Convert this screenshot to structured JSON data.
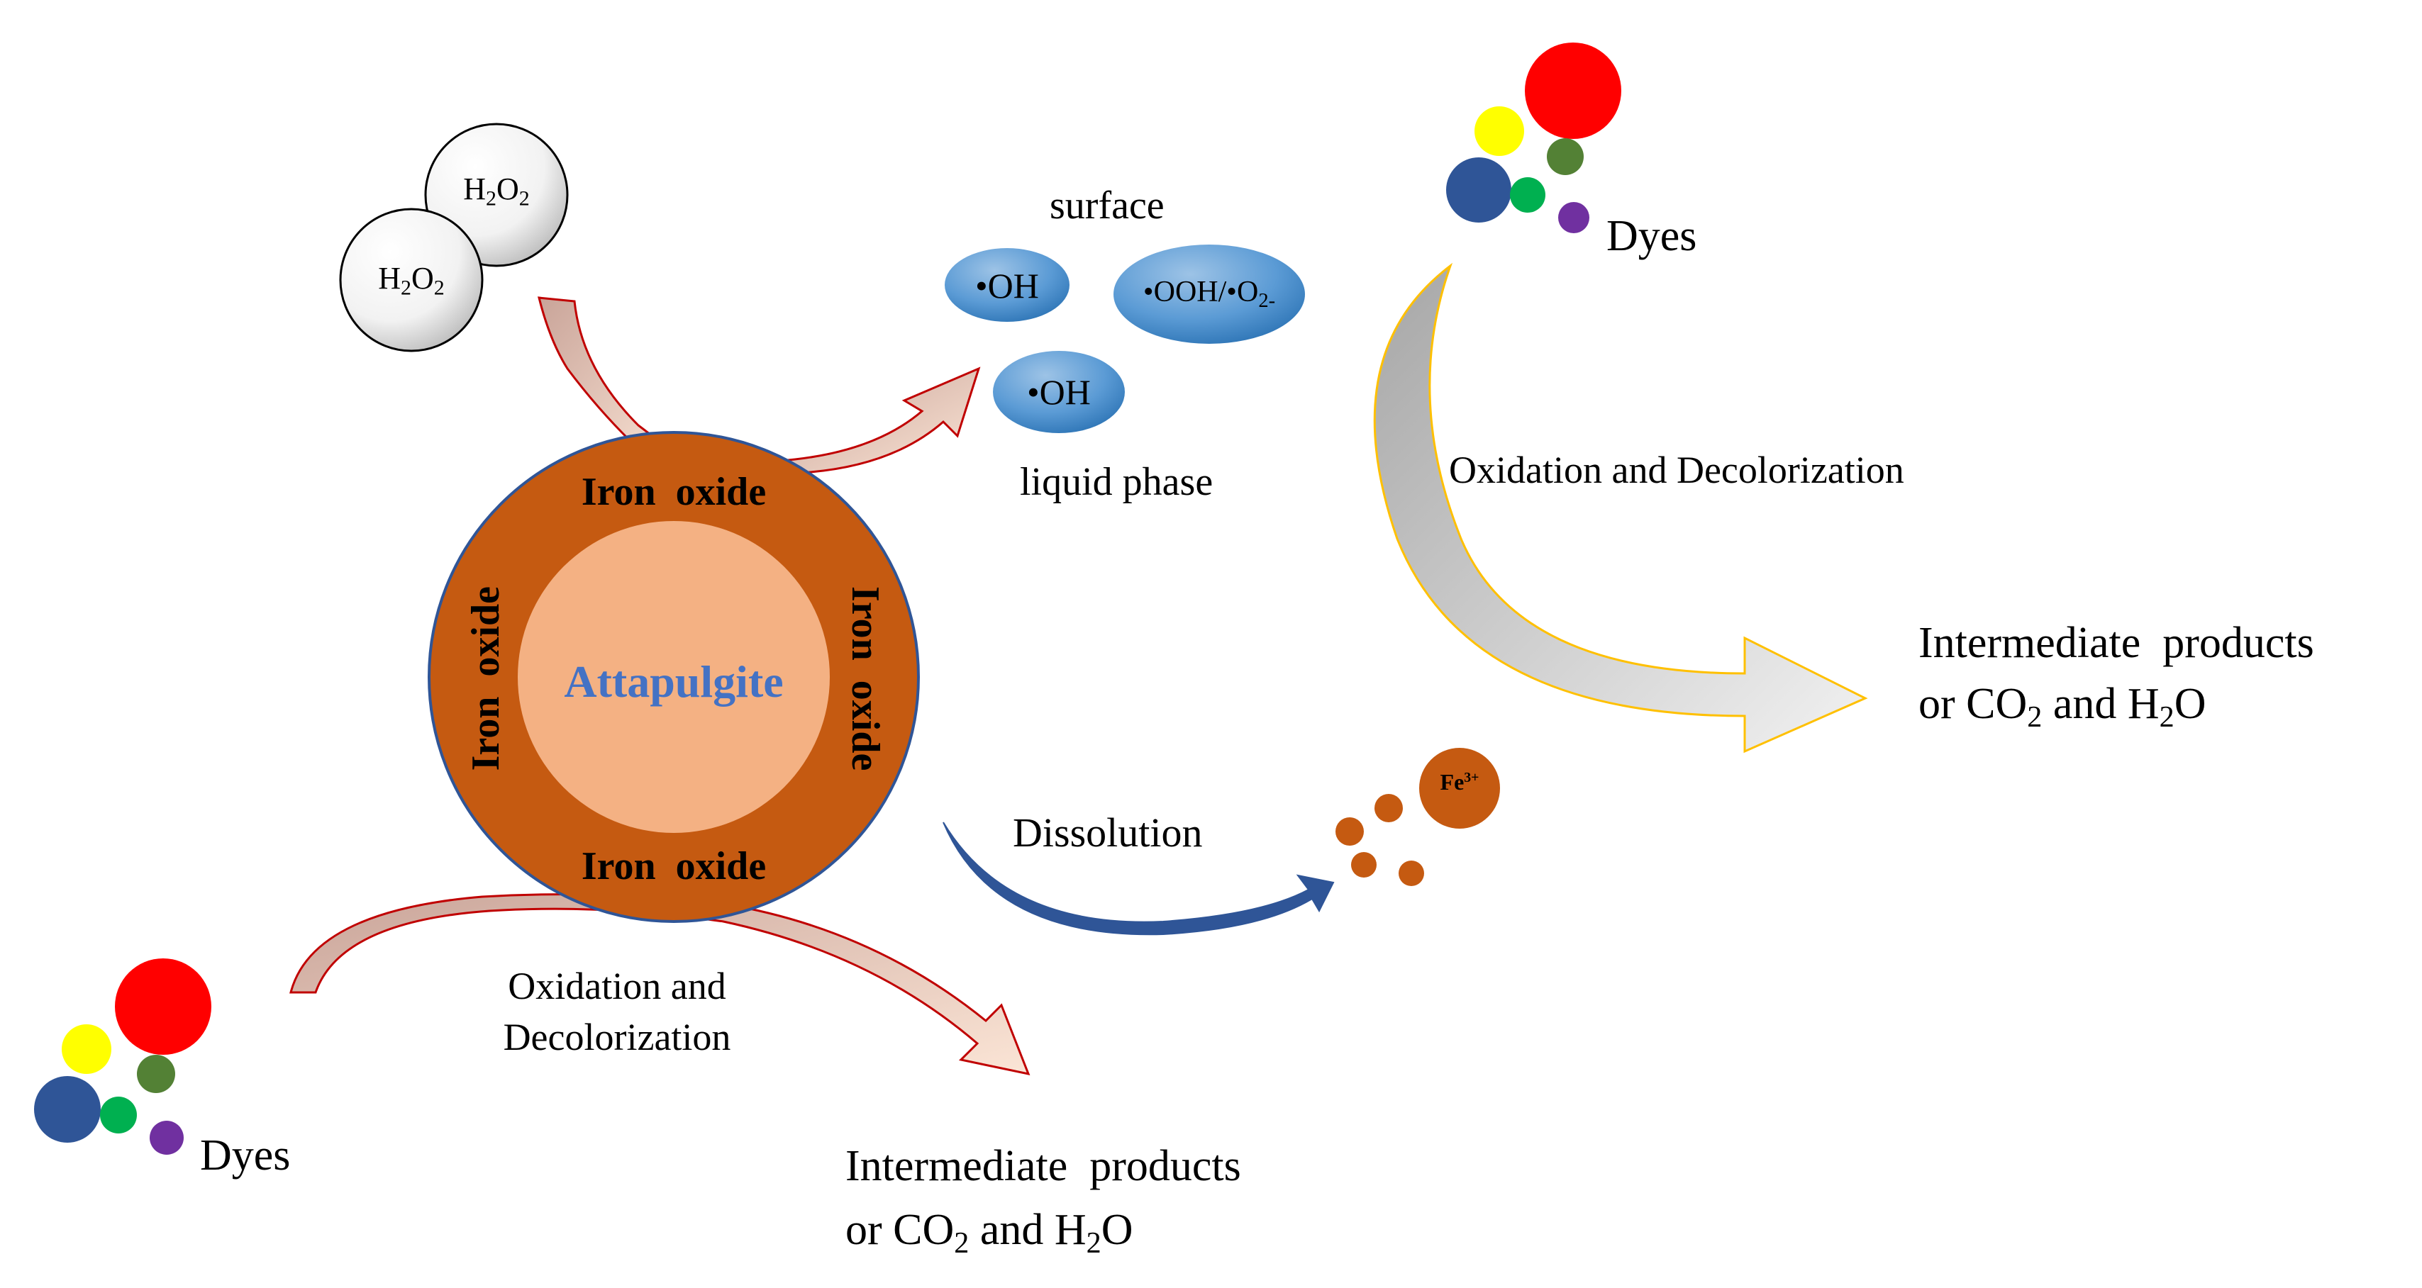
{
  "colors": {
    "iron_oxide_ring": "#c55a11",
    "attapulgite_core": "#f4b183",
    "attapulgite_text": "#4472c4",
    "radical_blue": "#5b9bd5",
    "dye_red": "#ff0000",
    "dye_yellow": "#ffff00",
    "dye_olive": "#538135",
    "dye_navy": "#2f5597",
    "dye_green": "#00b050",
    "dye_purple": "#7030a0",
    "fe_particle": "#c55a11",
    "arrow_red_outline": "#c00000",
    "arrow_dissolution": "#2f5597",
    "arrow_right_outline": "#ffc000",
    "arrow_right_fill": "#bfbfbf"
  },
  "h2o2": {
    "bubble_top": {
      "base": "H",
      "sub1": "2",
      "mid": "O",
      "sub2": "2"
    },
    "bubble_bottom": {
      "base": "H",
      "sub1": "2",
      "mid": "O",
      "sub2": "2"
    }
  },
  "particle": {
    "core_label": "Attapulgite",
    "shell_top": "Iron  oxide",
    "shell_bottom": "Iron  oxide",
    "shell_left": "Iron  oxide",
    "shell_right": "Iron  oxide"
  },
  "radicals": {
    "surface_label": "surface",
    "liquid_label": "liquid phase",
    "oh_top": "•OH",
    "ooh": {
      "main": "•OOH/•O",
      "sub": "2-"
    },
    "oh_bottom": "•OH"
  },
  "dyes": {
    "top_label": "Dyes",
    "bottom_label": "Dyes"
  },
  "process_right": {
    "label": "Oxidation and Decolorization",
    "product_line1": "Intermediate  products",
    "product_line2": {
      "a": "or CO",
      "sub1": "2",
      "b": " and H",
      "sub2": "2",
      "c": "O"
    }
  },
  "process_bottom": {
    "label_line1": "Oxidation and",
    "label_line2": "Decolorization",
    "product_line1": "Intermediate  products",
    "product_line2": {
      "a": "or CO",
      "sub1": "2",
      "b": " and H",
      "sub2": "2",
      "c": "O"
    }
  },
  "dissolution": {
    "label": "Dissolution",
    "fe": {
      "base": "Fe",
      "sup": "3+"
    }
  }
}
